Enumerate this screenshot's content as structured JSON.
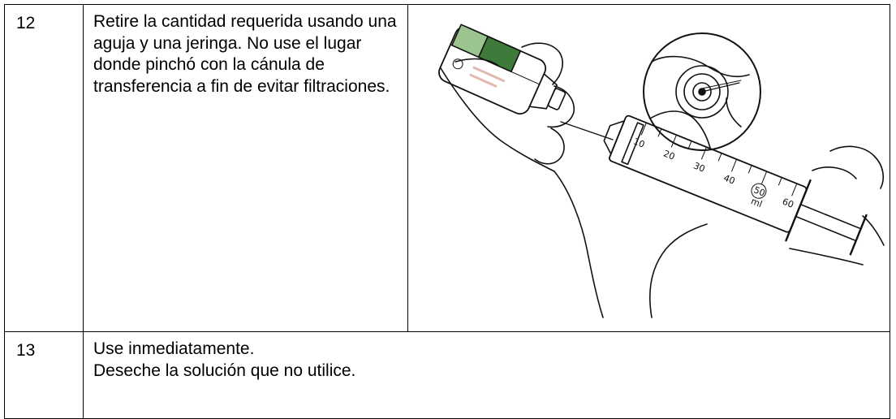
{
  "steps": [
    {
      "number": "12",
      "text": "Retire la cantidad requerida usando una aguja y una jeringa. No use el lugar donde pinchó con la cánula de transferencia a fin de evitar filtraciones.",
      "illustration": {
        "syringe_scale": [
          "10",
          "20",
          "30",
          "40",
          "50",
          "60"
        ],
        "unit": "ml"
      }
    },
    {
      "number": "13",
      "lines": [
        "Use inmediatamente.",
        "Deseche la solución que no utilice."
      ]
    }
  ]
}
